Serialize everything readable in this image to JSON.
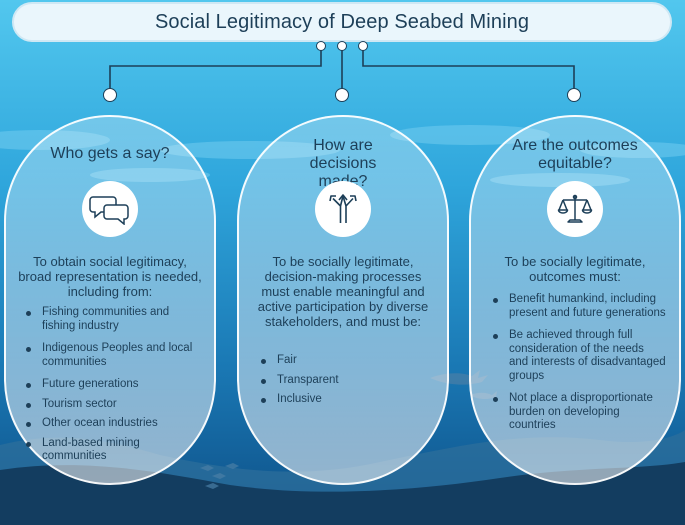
{
  "title": "Social Legitimacy of Deep Seabed Mining",
  "columns": [
    {
      "heading": "Who gets a say?",
      "icon": "speech-bubbles-icon",
      "intro": "To obtain social legitimacy, broad representation is needed, including from:",
      "items": [
        "Fishing communities and fishing industry",
        "Indigenous Peoples and local communities",
        "Future generations",
        "Tourism sector",
        "Other ocean industries",
        "Land-based mining communities"
      ]
    },
    {
      "heading": "How are decisions made?",
      "icon": "branching-arrows-icon",
      "intro": "To be socially legitimate, decision-making processes must enable meaningful and active participation by diverse stakeholders, and must be:",
      "items": [
        "Fair",
        "Transparent",
        "Inclusive"
      ]
    },
    {
      "heading": "Are the outcomes equitable?",
      "icon": "scales-icon",
      "intro": "To be socially legitimate, outcomes must:",
      "items": [
        "Benefit humankind, including present and future generations",
        "Be achieved through full consideration of the needs and interests of disadvantaged groups",
        "Not place a disproportionate burden on developing countries"
      ]
    }
  ],
  "colors": {
    "text": "#1d3f58",
    "ocean_top": "#4cc3ec",
    "ocean_bottom": "#0d4f86",
    "seabed": "#123a5c"
  }
}
